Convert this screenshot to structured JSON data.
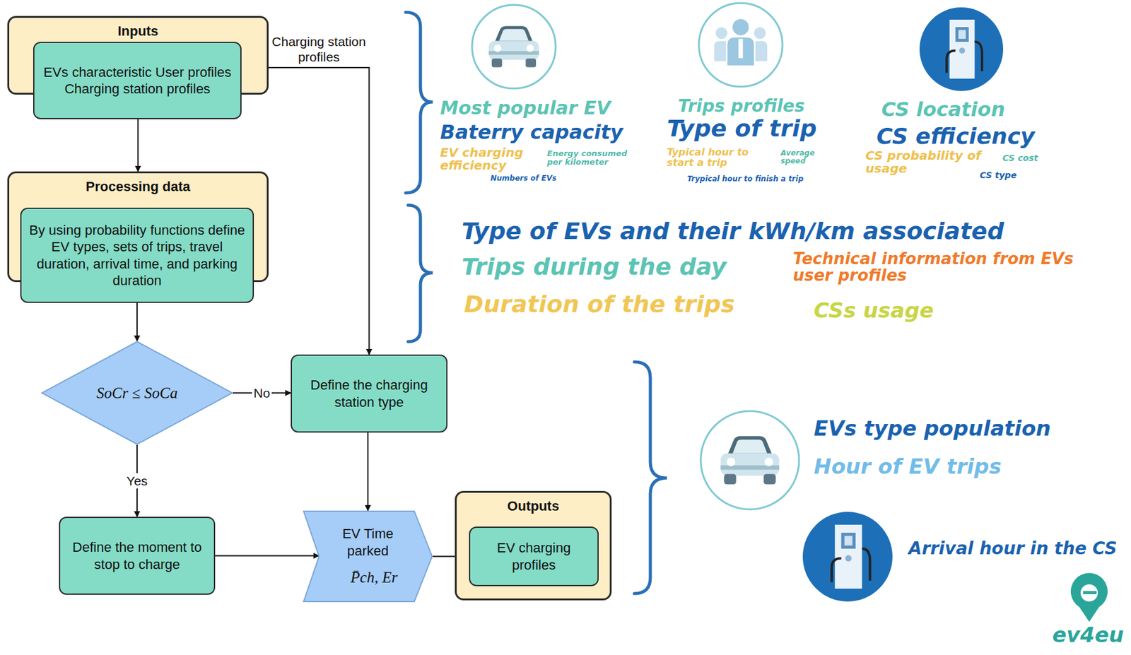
{
  "diagram": {
    "nodes": [
      {
        "text": [
          "Inputs"
        ]
      },
      {
        "text": [
          "EVs characteristic User profiles Charging station profiles"
        ],
        "in": 0
      },
      {
        "text": [
          "Processing data"
        ]
      },
      {
        "text": [
          "By using probability functions define EV types, sets of trips, travel duration, arrival time, and parking duration"
        ],
        "in": 2
      },
      {
        "text": [
          "SoCr ≤ SoCa"
        ]
      },
      {
        "text": [
          "Define the charging station type"
        ]
      },
      {
        "text": [
          "Define the moment to stop to charge"
        ]
      },
      {
        "text": [
          "EV Time parked",
          "P̄ch, Er"
        ]
      },
      {
        "text": [
          "Outputs"
        ]
      },
      {
        "text": [
          "EV charging profiles"
        ],
        "in": 8
      }
    ],
    "edges": [
      {
        "from": 0,
        "to": 2,
        "arrow": "to"
      },
      {
        "from": 0,
        "to": 5,
        "label": "Charging station profiles",
        "arrow": "to"
      },
      {
        "from": 3,
        "to": 4,
        "arrow": "to"
      },
      {
        "from": 4,
        "to": 5,
        "label": "No",
        "arrow": "to"
      },
      {
        "from": 4,
        "to": 6,
        "label": "Yes",
        "arrow": "to"
      },
      {
        "from": 5,
        "to": 7,
        "arrow": "to"
      },
      {
        "from": 6,
        "to": 7,
        "arrow": "to"
      },
      {
        "from": 7,
        "to": 8,
        "arrow": "none"
      }
    ],
    "labels": [
      "Most popular EV",
      "Baterry capacity",
      "EV charging efficiency",
      "Energy consumed per kilometer",
      "Numbers of EVs",
      "Trips profiles",
      "Type of trip",
      "Typical hour to start a trip",
      "Average speed",
      "Trypical hour to finish a trip",
      "CS location",
      "CS efficiency",
      "CS probability of usage",
      "CS cost",
      "CS type",
      "Type of EVs and their kWh/km associated",
      "Trips during the day",
      "Technical information from EVs user profiles",
      "Duration of the trips",
      "CSs usage",
      "EVs type population",
      "Hour of EV trips",
      "Arrival hour in the CS",
      "ev4eu"
    ]
  }
}
